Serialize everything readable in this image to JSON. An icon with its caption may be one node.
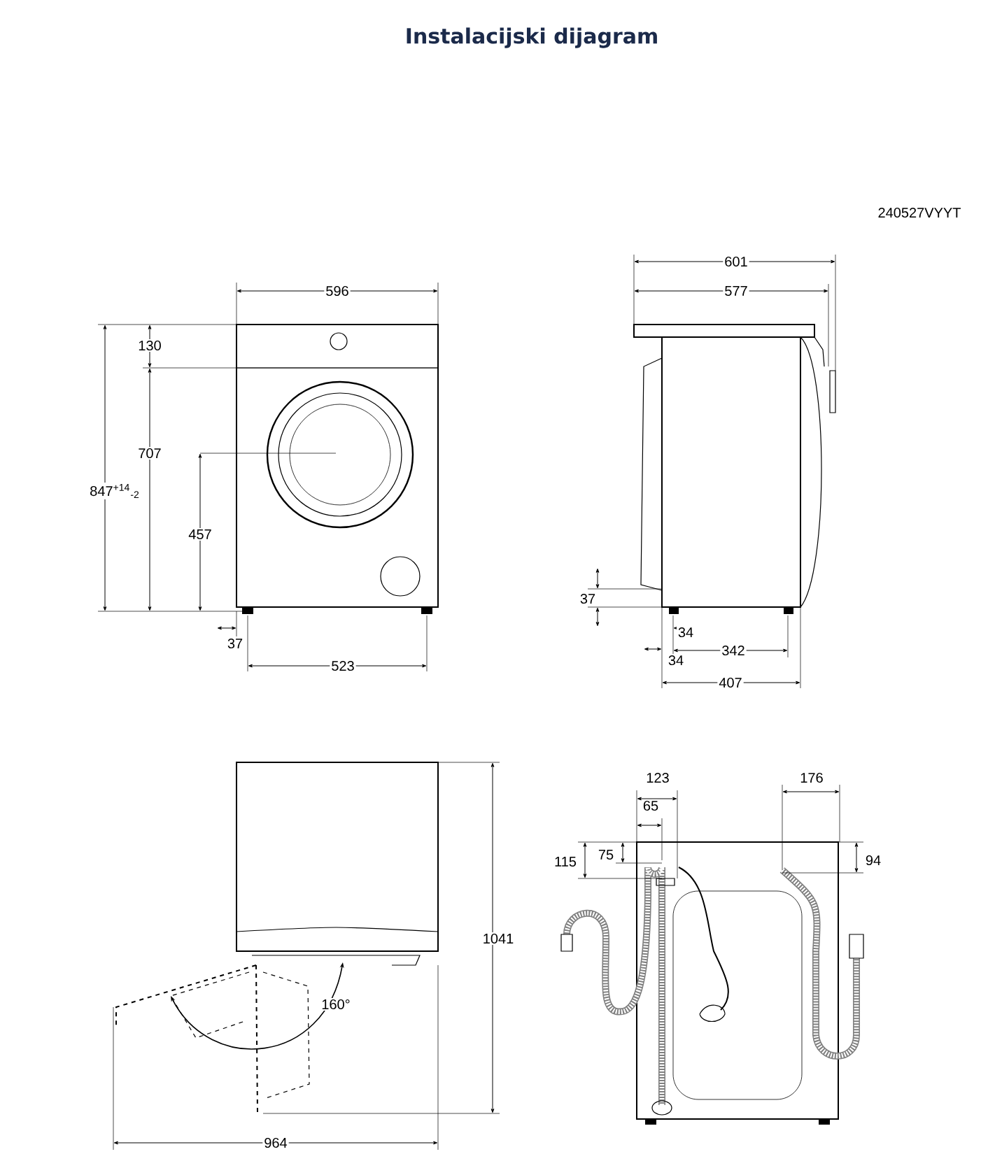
{
  "diagram": {
    "title": "Instalacijski dijagram",
    "labels": [
      "240527VYYT",
      "596",
      "130",
      "707",
      "847$^{+14}$$_{-2}$",
      "457",
      "37",
      "523",
      "601",
      "577",
      "37",
      "34",
      "34",
      "342",
      "407",
      "1041",
      "160°",
      "964",
      "123",
      "65",
      "115",
      "75",
      "176",
      "94"
    ]
  }
}
